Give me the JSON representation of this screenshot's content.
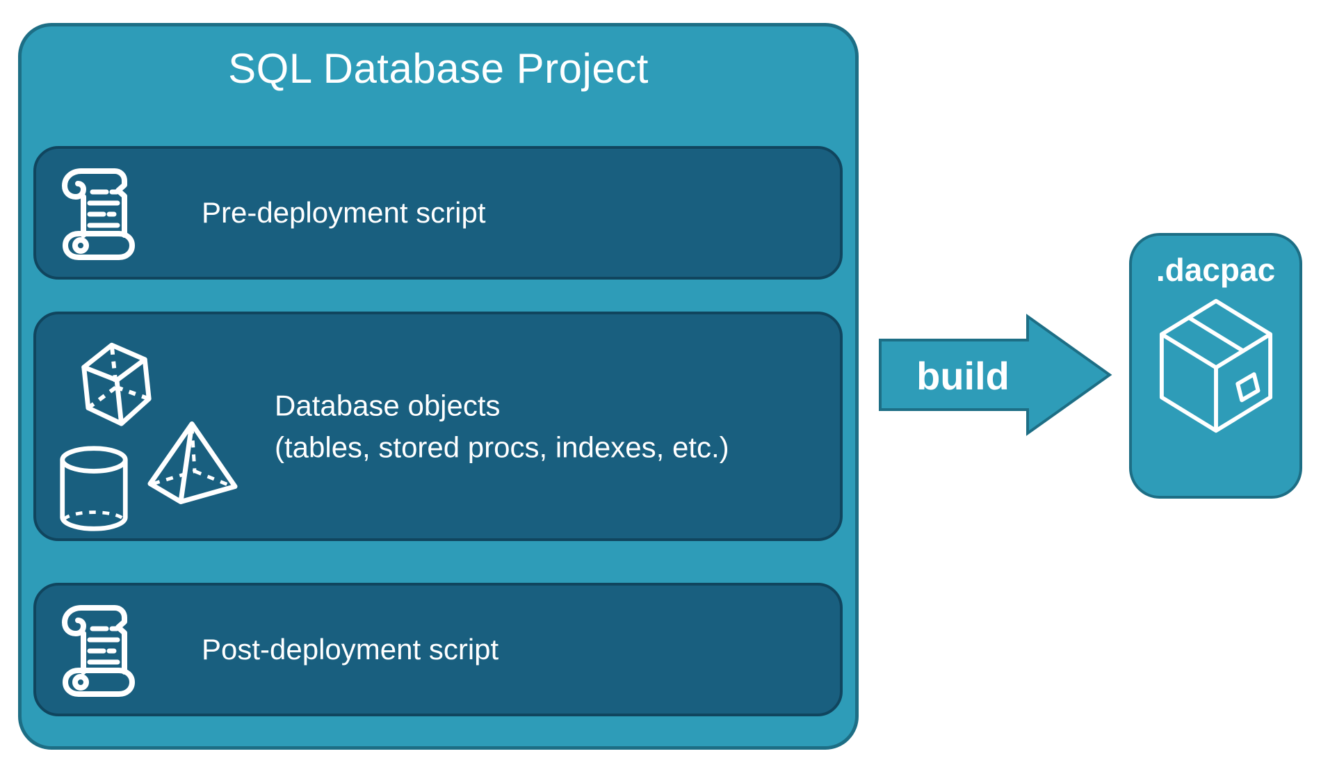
{
  "colors": {
    "fill_teal": "#2E9CB8",
    "border_teal": "#1D6E85",
    "fill_navy": "#195F7F",
    "border_navy": "#10455E",
    "text_white": "#FFFFFF"
  },
  "project": {
    "title": "SQL Database Project",
    "rows": [
      {
        "icon": "scroll-icon",
        "label": "Pre-deployment script"
      },
      {
        "icon": "shapes-cluster",
        "label": "Database objects",
        "sublabel": "(tables, stored procs, indexes, etc.)"
      },
      {
        "icon": "scroll-icon",
        "label": "Post-deployment script"
      }
    ]
  },
  "arrow": {
    "label": "build"
  },
  "output": {
    "label": ".dacpac",
    "icon": "package-icon"
  }
}
